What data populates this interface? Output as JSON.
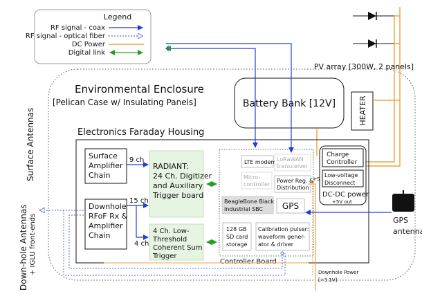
{
  "legend": {
    "title": "Legend",
    "items": [
      {
        "label": "RF signal - coax",
        "color": "#1f3fd8"
      },
      {
        "label": "RF signal - optical fiber",
        "color": "#5a6be0"
      },
      {
        "label": "DC Power",
        "color": "#f0a040"
      },
      {
        "label": "Digital link",
        "color": "#22a022"
      }
    ]
  },
  "labels": {
    "pv_array": "PV array [300W, 2 panels]",
    "env_title": "Environmental Enclosure",
    "env_subtitle": "[Pelican Case w/ Insulating Panels]",
    "faraday": "Electronics Faraday Housing",
    "surface_antennas": "Surface Antennas",
    "downhole_antennas": "Down-hole Antennas",
    "iglu": "+ IGLU front-ends",
    "battery": "Battery Bank [12V]",
    "heater": "HEATER",
    "gps_antenna_l1": "GPS",
    "gps_antenna_l2": "antenna",
    "downhole_power_l1": "Downhole Power",
    "downhole_power_l2": "[+3.1V]",
    "controller_board": "Controller Board",
    "ch9": "9 ch",
    "ch15": "15 ch",
    "ch4": "4 ch",
    "v5": "+5V"
  },
  "blocks": {
    "surface_amp": [
      "Surface",
      "Amplifier",
      "Chain"
    ],
    "downhole_rx": [
      "Downhole",
      "RFoF Rx &",
      "Amplifier",
      "Chain"
    ],
    "radiant": [
      "RADIANT:",
      "24 Ch. Digitizer",
      "and Auxiliary",
      "Trigger board"
    ],
    "low_threshold": [
      "4 Ch. Low-",
      "Threshold",
      "Coherent Sum",
      "Trigger"
    ],
    "lte": "LTE modem",
    "lorawan": [
      "LoRaWAN",
      "transceiver"
    ],
    "micro": [
      "Micro-",
      "controller"
    ],
    "power_reg": [
      "Power Reg. &",
      "Distribution"
    ],
    "beaglebone": [
      "BeagleBone Black",
      "Industrial SBC"
    ],
    "gps": "GPS",
    "sd": [
      "128 GB",
      "SD card",
      "storage"
    ],
    "calib": [
      "Calibration pulser:",
      "waveform gener-",
      "ator & driver"
    ],
    "charge": [
      "Charge",
      "Controller"
    ],
    "lowvolt": [
      "Low-voltage",
      "Disconnect"
    ],
    "dcdc": "DC-DC power",
    "v5out": "+5V out"
  }
}
